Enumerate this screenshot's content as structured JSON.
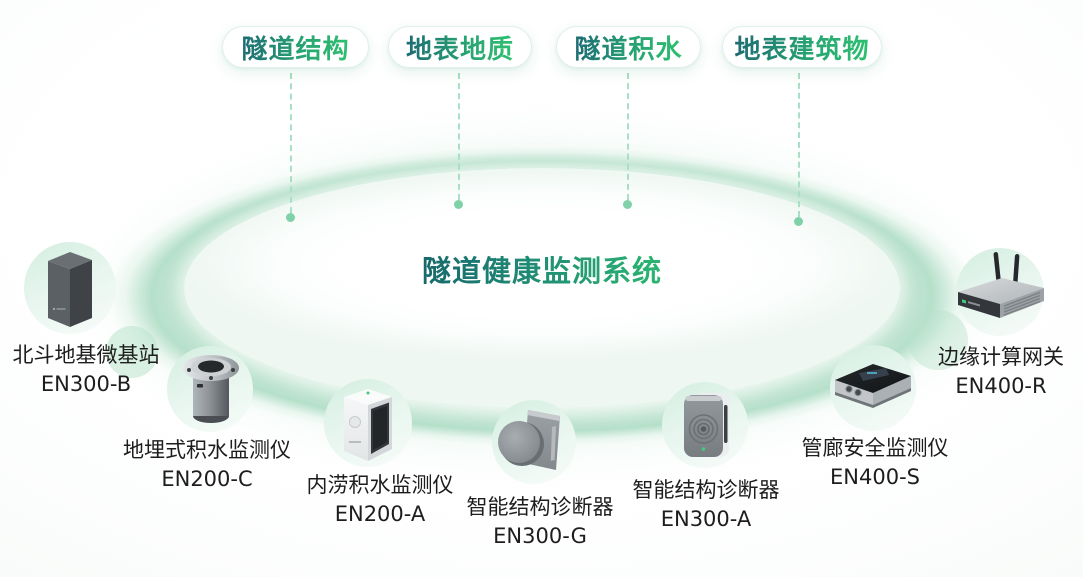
{
  "system": {
    "title": "隧道健康监测系统"
  },
  "categories": [
    {
      "label": "隧道结构"
    },
    {
      "label": "地表地质"
    },
    {
      "label": "隧道积水"
    },
    {
      "label": "地表建筑物"
    }
  ],
  "devices": [
    {
      "name": "北斗地基微基站",
      "model": "EN300-B",
      "icon": "beidou-micro-base-station-icon"
    },
    {
      "name": "地埋式积水监测仪",
      "model": "EN200-C",
      "icon": "buried-water-monitor-icon"
    },
    {
      "name": "内涝积水监测仪",
      "model": "EN200-A",
      "icon": "waterlogging-monitor-icon"
    },
    {
      "name": "智能结构诊断器",
      "model": "EN300-G",
      "icon": "smart-structure-diagnoser-icon"
    },
    {
      "name": "智能结构诊断器",
      "model": "EN300-A",
      "icon": "smart-structure-diagnoser-icon"
    },
    {
      "name": "管廊安全监测仪",
      "model": "EN400-S",
      "icon": "pipe-gallery-safety-monitor-icon"
    },
    {
      "name": "边缘计算网关",
      "model": "EN400-R",
      "icon": "edge-computing-gateway-icon"
    }
  ],
  "colors": {
    "accent_teal": "#1d6b74",
    "accent_green": "#2ec06f",
    "dashed_line": "#a9dfc4",
    "connector_dot": "#7fd2a8",
    "ellipse_rim": "#afddc5",
    "label_text": "#1d1d1d",
    "badge_background": "#ffffff"
  }
}
